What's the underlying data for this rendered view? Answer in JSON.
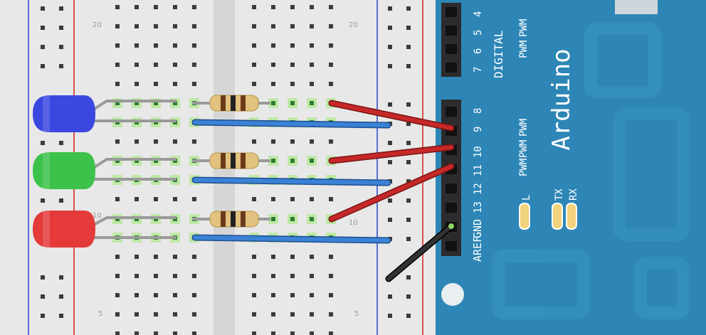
{
  "board": {
    "name": "Arduino",
    "pins_label": "DIGITAL",
    "gnd_label": "GND",
    "aref_label": "AREF",
    "pwm_label": "PWM",
    "pin_numbers": [
      "4",
      "5",
      "6",
      "7",
      "8",
      "9",
      "10",
      "11",
      "12",
      "13"
    ],
    "led_labels": {
      "l": "L",
      "tx": "TX",
      "rx": "RX"
    },
    "colors": {
      "pcb": "#2d86b6",
      "header": "#2c2c2c",
      "silk": "#ffffff"
    }
  },
  "breadboard": {
    "row_labels": {
      "top_left": "20",
      "top_right": "20",
      "mid_left": "10",
      "mid_right": "10",
      "bottom_left": "5",
      "bottom_right": "5"
    },
    "colors": {
      "body": "#e6e6e6",
      "rail_red": "#d9534f",
      "rail_blue": "#5a6fd6",
      "hole": "#3b3b3b",
      "active_hole": "#8fd46a"
    }
  },
  "components": {
    "leds": [
      {
        "color": "blue",
        "fill": "#3a48e0"
      },
      {
        "color": "green",
        "fill": "#3cc24a"
      },
      {
        "color": "red",
        "fill": "#e43a3a"
      }
    ],
    "resistor_count": 3
  },
  "wires": {
    "signal_color": "#c62828",
    "ground_color": "#222222",
    "rail_jumper_color": "#3b82d6"
  }
}
